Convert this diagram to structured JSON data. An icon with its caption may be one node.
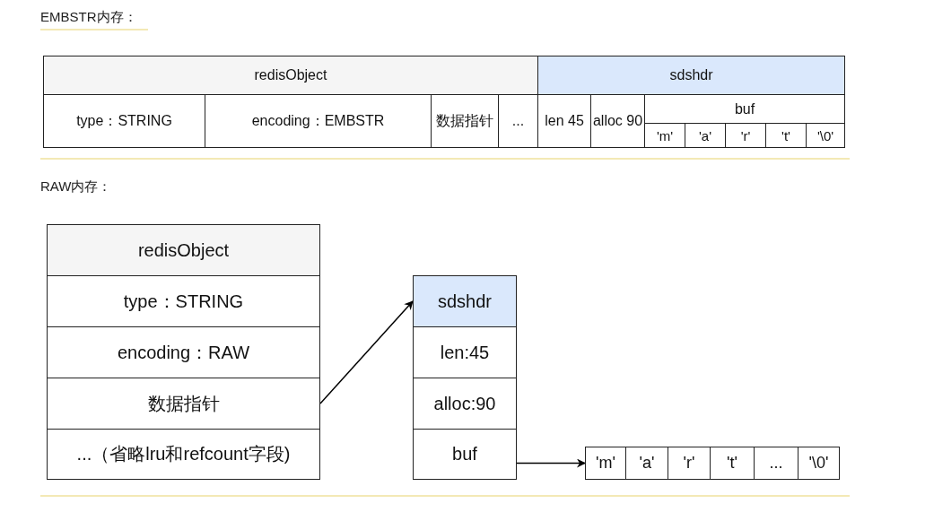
{
  "diagram": {
    "nodes": [
      {
        "text": [
          "redisObject"
        ]
      },
      {
        "text": [
          "sdshdr"
        ]
      },
      {
        "text": [
          "type：STRING"
        ]
      },
      {
        "text": [
          "encoding：EMBSTR"
        ]
      },
      {
        "text": [
          "数据指针"
        ]
      },
      {
        "text": [
          "..."
        ]
      },
      {
        "text": [
          "len 45"
        ]
      },
      {
        "text": [
          "alloc 90"
        ]
      },
      {
        "text": [
          "buf"
        ]
      },
      {
        "text": [
          "'m'"
        ]
      },
      {
        "text": [
          "'a'"
        ]
      },
      {
        "text": [
          "'r'"
        ]
      },
      {
        "text": [
          "'t'"
        ]
      },
      {
        "text": [
          "'\\0'"
        ]
      },
      {
        "text": [
          "redisObject"
        ]
      },
      {
        "text": [
          "type：STRING"
        ]
      },
      {
        "text": [
          "encoding：RAW"
        ]
      },
      {
        "text": [
          "数据指针"
        ]
      },
      {
        "text": [
          "...（省略lru和refcount字段)"
        ]
      },
      {
        "text": [
          "sdshdr"
        ]
      },
      {
        "text": [
          "len:45"
        ]
      },
      {
        "text": [
          "alloc:90"
        ]
      },
      {
        "text": [
          "buf"
        ]
      },
      {
        "text": [
          "'m'"
        ]
      },
      {
        "text": [
          "'a'"
        ]
      },
      {
        "text": [
          "'r'"
        ]
      },
      {
        "text": [
          "'t'"
        ]
      },
      {
        "text": [
          "..."
        ]
      },
      {
        "text": [
          "'\\0'"
        ]
      }
    ],
    "edges": [
      {
        "from": 17,
        "to": 19,
        "arrow": "to"
      },
      {
        "from": 22,
        "to": 23,
        "arrow": "to"
      }
    ],
    "labels": [
      "EMBSTR内存：",
      "RAW内存："
    ]
  }
}
